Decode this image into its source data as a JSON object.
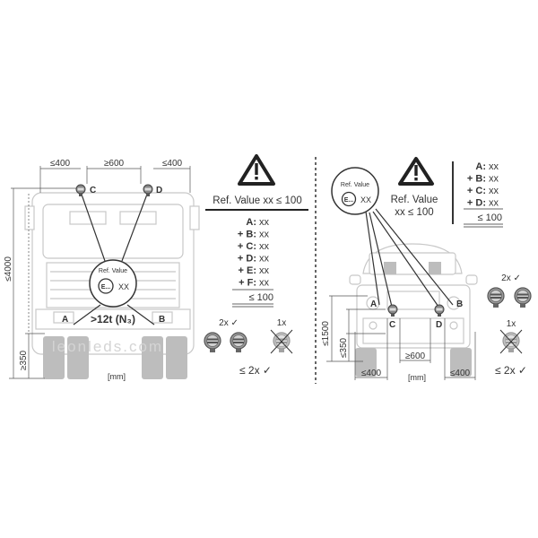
{
  "left_panel": {
    "dims": {
      "side_left": "≤400",
      "center": "≥600",
      "side_right": "≤400",
      "height_max": "≤4000",
      "height_min": "≥350",
      "unit": "[mm]"
    },
    "lamp_labels": {
      "a": "A",
      "b": "B",
      "c": "C",
      "d": "D"
    },
    "ref_circle": {
      "title": "Ref. Value",
      "mark": "E...",
      "value": "XX"
    },
    "vehicle_class": ">12t (N₃)",
    "watermark": "leonleds.com",
    "warning": {
      "icon": "warning-triangle-icon",
      "text": "Ref. Value xx ≤ 100"
    },
    "sum": [
      {
        "label": "A:",
        "value": "xx"
      },
      {
        "label": "+ B:",
        "value": "xx"
      },
      {
        "label": "+ C:",
        "value": "xx"
      },
      {
        "label": "+ D:",
        "value": "xx"
      },
      {
        "label": "+ E:",
        "value": "xx"
      },
      {
        "label": "+ F:",
        "value": "xx"
      }
    ],
    "total": "≤ 100",
    "pair_ok": "2x ✓",
    "single_no": "1x",
    "rule": "≤ 2x ✓"
  },
  "right_panel": {
    "dims": {
      "height_max": "≤1500",
      "height_min": "≤350",
      "center": "≥600",
      "side_left": "≤400",
      "side_right": "≤400",
      "unit": "[mm]"
    },
    "lamp_labels": {
      "a": "A",
      "b": "B",
      "c": "C",
      "d": "D"
    },
    "ref_circle": {
      "title": "Ref. Value",
      "mark": "E...",
      "value": "XX"
    },
    "warning": {
      "icon": "warning-triangle-icon",
      "line1": "Ref. Value",
      "line2": "xx ≤ 100"
    },
    "sum": [
      {
        "label": "A:",
        "value": "xx"
      },
      {
        "label": "+ B:",
        "value": "xx"
      },
      {
        "label": "+ C:",
        "value": "xx"
      },
      {
        "label": "+ D:",
        "value": "xx"
      }
    ],
    "total": "≤ 100",
    "pair_ok": "2x ✓",
    "single_no": "1x",
    "rule": "≤ 2x ✓"
  }
}
